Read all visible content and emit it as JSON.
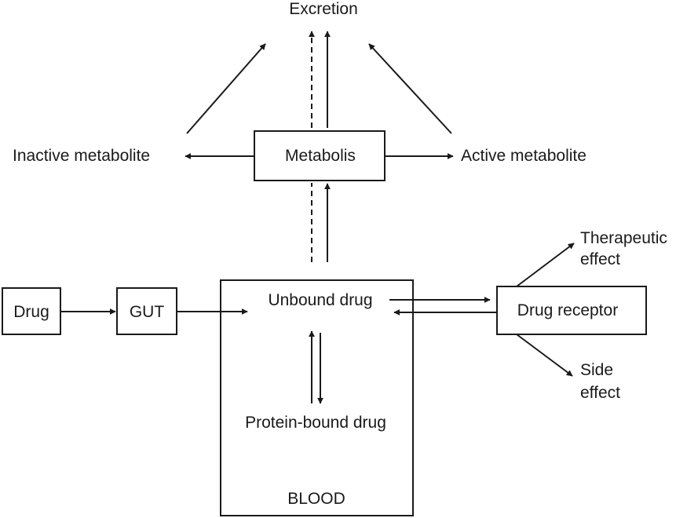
{
  "labels": {
    "excretion": "Excretion",
    "inactive_metabolite": "Inactive metabolite",
    "metabolis": "Metabolis",
    "active_metabolite": "Active metabolite",
    "therapeutic_line1": "Therapeutic",
    "therapeutic_line2": "effect",
    "drug": "Drug",
    "gut": "GUT",
    "unbound_drug": "Unbound drug",
    "drug_receptor": "Drug receptor",
    "side_line1": "Side",
    "side_line2": "effect",
    "protein_bound_drug": "Protein-bound drug",
    "blood": "BLOOD"
  }
}
